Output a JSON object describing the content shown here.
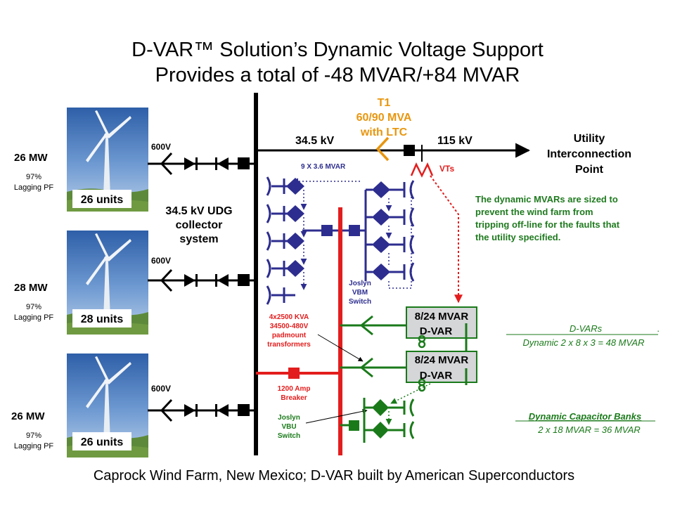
{
  "title": {
    "line1": "D-VAR™ Solution’s Dynamic Voltage Support",
    "line2": "Provides  a total of -48 MVAR/+84 MVAR"
  },
  "caption": "Caprock Wind Farm, New Mexico; D-VAR built by American Superconductors",
  "farms": [
    {
      "mw": "26 MW",
      "pf_pct": "97%",
      "pf_text": "Lagging PF",
      "units": "26 units",
      "voltage": "600V"
    },
    {
      "mw": "28 MW",
      "pf_pct": "97%",
      "pf_text": "Lagging PF",
      "units": "28 units",
      "voltage": "600V"
    },
    {
      "mw": "26 MW",
      "pf_pct": "97%",
      "pf_text": "Lagging PF",
      "units": "26 units",
      "voltage": "600V"
    }
  ],
  "collector": {
    "line1": "34.5 kV UDG",
    "line2": "collector",
    "line3": "system"
  },
  "transformer": {
    "line1": "T1",
    "line2": "60/90 MVA",
    "line3": "with LTC"
  },
  "voltages": {
    "mv": "34.5 kV",
    "hv": "115 kV"
  },
  "utility": {
    "line1": "Utility",
    "line2": "Interconnection",
    "line3": "Point"
  },
  "vts": "VTs",
  "cap_bank": "9 X 3.6 MVAR",
  "note": {
    "line1": "The dynamic MVARs are sized to",
    "line2": "prevent the wind farm from",
    "line3": "tripping off-line for the faults that",
    "line4": "the utility specified."
  },
  "vbm": {
    "line1": "Joslyn",
    "line2": "VBM",
    "line3": "Switch"
  },
  "padmount": {
    "line1": "4x2500 KVA",
    "line2": "34500-480V",
    "line3": "padmount",
    "line4": "transformers"
  },
  "breaker": {
    "line1": "1200 Amp",
    "line2": "Breaker"
  },
  "vbu": {
    "line1": "Joslyn",
    "line2": "VBU",
    "line3": "Switch"
  },
  "dvar_units": [
    {
      "rating": "8/24 MVAR",
      "name": "D-VAR"
    },
    {
      "rating": "8/24 MVAR",
      "name": "D-VAR"
    }
  ],
  "dvars_summary": {
    "heading": "D-VARs",
    "detail": "Dynamic 2 x 8 x 3 = 48 MVAR"
  },
  "capbank_summary": {
    "heading": "Dynamic Capacitor Banks",
    "detail": "2 x 18 MVAR = 36 MVAR"
  },
  "colors": {
    "accent_orange": "#e8960f",
    "red": "#e31d1d",
    "green": "#1a7a1a",
    "navy": "#2d2d8f",
    "note_green": "#1f7a1f"
  }
}
